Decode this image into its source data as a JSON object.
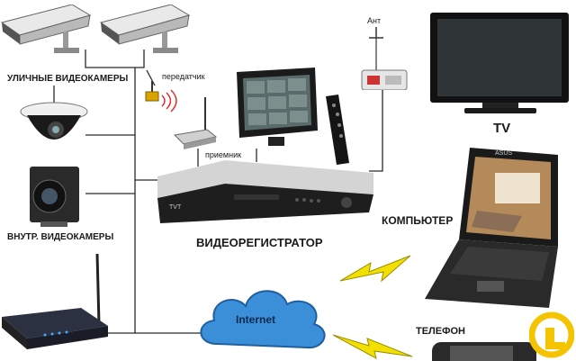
{
  "labels": {
    "outdoor_cameras": "УЛИЧНЫЕ ВИДЕОКАМЕРЫ",
    "transmitter": "передатчик",
    "receiver": "приемник",
    "indoor_cameras": "ВНУТР. ВИДЕОКАМЕРЫ",
    "dvr": "ВИДЕОРЕГИСТРАТОР",
    "antenna": "Ант",
    "tv": "TV",
    "computer": "КОМПЬЮТЕР",
    "internet": "Internet",
    "phone": "ТЕЛЕФОН",
    "dvr_brand": "TVT",
    "laptop_brand": "ASUS"
  },
  "colors": {
    "wire": "#2a2a2a",
    "cloud": "#3b8fd9",
    "lightning": "#f2e100",
    "logo_yellow": "#f5c400"
  },
  "icons": [
    "outdoor-camera-icon",
    "dome-camera-icon",
    "box-camera-icon",
    "router-icon",
    "transmitter-icon",
    "receiver-icon",
    "monitor-icon",
    "remote-icon",
    "dvr-icon",
    "antenna-splitter-icon",
    "tv-icon",
    "laptop-icon",
    "cloud-icon",
    "lightning-icon",
    "phone-icon",
    "logo-icon"
  ]
}
